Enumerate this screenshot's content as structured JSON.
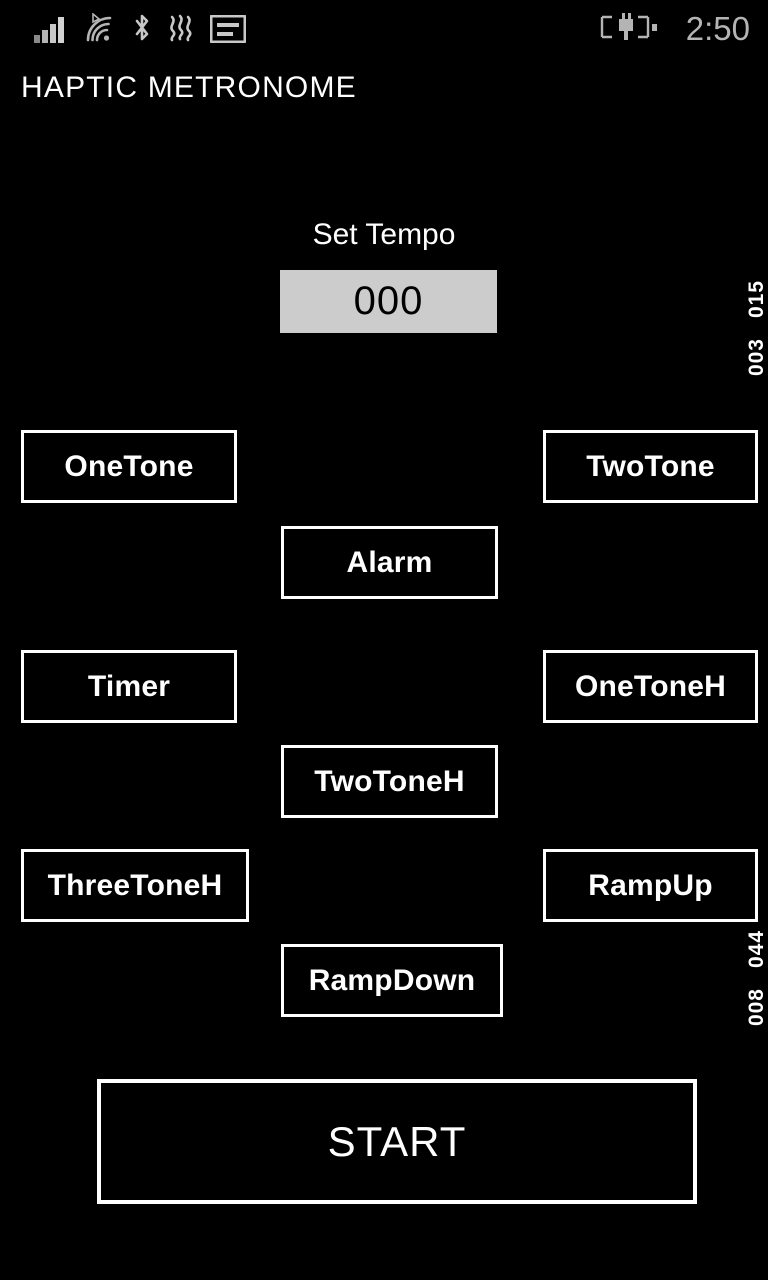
{
  "status_bar": {
    "icons": [
      {
        "name": "cellular-signal-icon",
        "label": "signal"
      },
      {
        "name": "wifi-icon",
        "label": "wifi"
      },
      {
        "name": "bluetooth-icon",
        "label": "bluetooth"
      },
      {
        "name": "vibrate-icon",
        "label": "vibrate"
      },
      {
        "name": "sim-card-icon",
        "label": "sim"
      }
    ],
    "battery_icon": "battery-charging-icon",
    "time": "2:50"
  },
  "app": {
    "title": "HAPTIC METRONOME"
  },
  "tempo": {
    "label": "Set Tempo",
    "value": "000",
    "placeholder": "000"
  },
  "mode_buttons": [
    {
      "id": "onetone",
      "label": "OneTone"
    },
    {
      "id": "twotone",
      "label": "TwoTone"
    },
    {
      "id": "alarm",
      "label": "Alarm"
    },
    {
      "id": "timer",
      "label": "Timer"
    },
    {
      "id": "onetoneh",
      "label": "OneToneH"
    },
    {
      "id": "twotoneh",
      "label": "TwoToneH"
    },
    {
      "id": "threetoneh",
      "label": "ThreeToneH"
    },
    {
      "id": "rampup",
      "label": "RampUp"
    },
    {
      "id": "rampdown",
      "label": "RampDown"
    }
  ],
  "start": {
    "label": "START"
  },
  "edge_markers": [
    {
      "id": "marker-top-1",
      "value": "015"
    },
    {
      "id": "marker-top-2",
      "value": "003"
    },
    {
      "id": "marker-bottom-1",
      "value": "044"
    },
    {
      "id": "marker-bottom-2",
      "value": "008"
    }
  ],
  "colors": {
    "background": "#000000",
    "foreground": "#ffffff",
    "status_icon": "#b4b4b4",
    "input_background": "#cccccc",
    "input_text": "#000000"
  }
}
